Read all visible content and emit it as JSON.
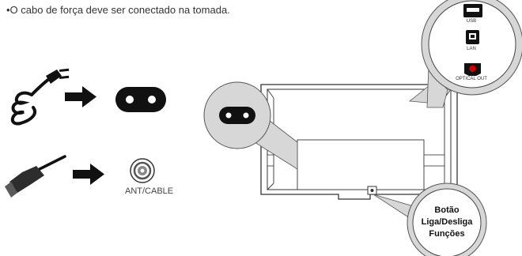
{
  "instruction": "•O cabo de força deve ser conectado na tomada.",
  "ant_label": "ANT/CABLE",
  "ports": {
    "usb": "USB",
    "lan": "LAN",
    "optical": "OPTICAL OUT"
  },
  "button_callout": {
    "line1": "Botão",
    "line2": "Liga/Desliga",
    "line3": "Funções"
  }
}
